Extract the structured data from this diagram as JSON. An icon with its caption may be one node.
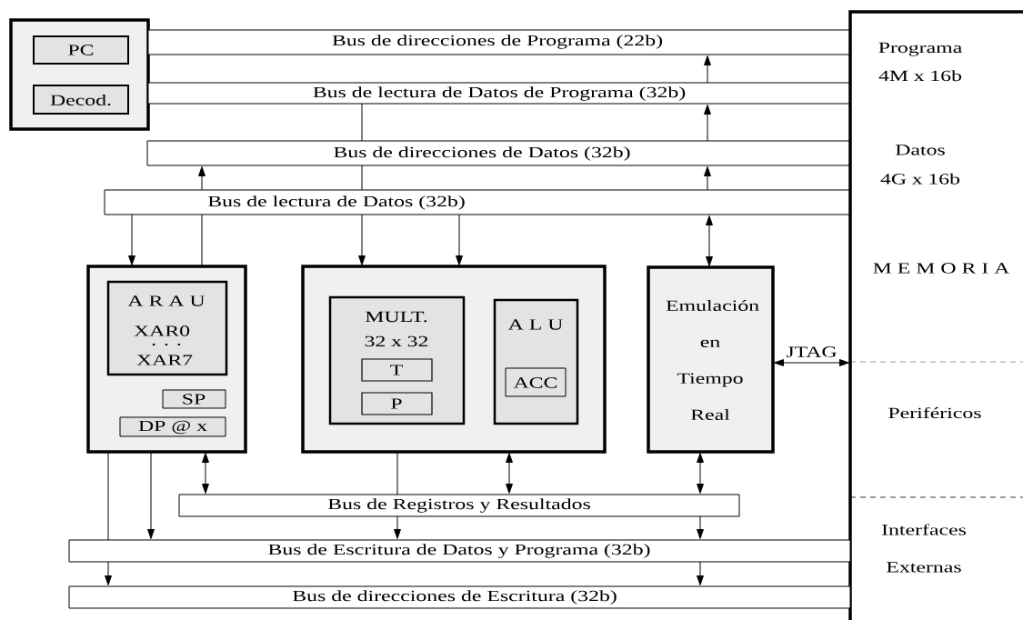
{
  "diagram": {
    "nodes": [
      {
        "text": [],
        "shape": "box"
      },
      {
        "text": [
          "PC"
        ],
        "in": 0
      },
      {
        "text": [
          "Decod."
        ],
        "in": 0
      },
      {
        "text": [
          "Bus de direcciones de Programa (22b)"
        ]
      },
      {
        "text": [
          "Bus de lectura de Datos de Programa (32b)"
        ]
      },
      {
        "text": [
          "Bus de direcciones de Datos (32b)"
        ]
      },
      {
        "text": [
          "Bus de lectura de Datos (32b)"
        ]
      },
      {
        "text": [],
        "shape": "box"
      },
      {
        "text": [
          "A R A U",
          "XAR0",
          ". . .",
          "XAR7"
        ],
        "in": 7
      },
      {
        "text": [
          "SP"
        ],
        "in": 7
      },
      {
        "text": [
          "DP @ x"
        ],
        "in": 7
      },
      {
        "text": [],
        "shape": "box"
      },
      {
        "text": [
          "MULT. 32 x 32"
        ],
        "in": 11
      },
      {
        "text": [
          "T"
        ],
        "in": 12
      },
      {
        "text": [
          "P"
        ],
        "in": 12
      },
      {
        "text": [
          "A L U"
        ],
        "in": 11
      },
      {
        "text": [
          "ACC"
        ],
        "in": 15
      },
      {
        "text": [
          "Emulación en Tiempo Real"
        ]
      },
      {
        "text": [
          "Programa 4M x 16b",
          "Datos 4G x 16b",
          "M E M O R I A",
          "Periféricos",
          "Interfaces Externas"
        ]
      },
      {
        "text": [
          "Bus de Registros y Resultados"
        ]
      },
      {
        "text": [
          "Bus de Escritura de Datos y Programa (32b)"
        ]
      },
      {
        "text": [
          "Bus de direcciones de Escritura (32b)"
        ]
      }
    ],
    "edges": [
      {
        "from": 4,
        "to": 3,
        "arrow": "to"
      },
      {
        "from": 5,
        "to": 4,
        "arrow": "to"
      },
      {
        "from": 6,
        "to": 5,
        "arrow": "to"
      },
      {
        "from": 17,
        "to": 6,
        "arrow": "both"
      },
      {
        "from": 6,
        "to": 5,
        "arrow": "to"
      },
      {
        "from": 4,
        "to": 5,
        "arrow": "none"
      },
      {
        "from": 5,
        "to": 6,
        "arrow": "none"
      },
      {
        "from": 6,
        "to": 7,
        "arrow": "to"
      },
      {
        "from": 7,
        "to": 6,
        "arrow": "none"
      },
      {
        "from": 6,
        "to": 11,
        "arrow": "to"
      },
      {
        "from": 6,
        "to": 11,
        "arrow": "to"
      },
      {
        "from": 7,
        "to": 20,
        "arrow": "none"
      },
      {
        "from": 20,
        "to": 21,
        "arrow": "to"
      },
      {
        "from": 7,
        "to": 20,
        "arrow": "to"
      },
      {
        "from": 7,
        "to": 19,
        "arrow": "both"
      },
      {
        "from": 11,
        "to": 19,
        "arrow": "none"
      },
      {
        "from": 19,
        "to": 20,
        "arrow": "to"
      },
      {
        "from": 11,
        "to": 19,
        "arrow": "both"
      },
      {
        "from": 17,
        "to": 19,
        "arrow": "both"
      },
      {
        "from": 19,
        "to": 20,
        "arrow": "to"
      },
      {
        "from": 20,
        "to": 21,
        "arrow": "to"
      },
      {
        "from": 17,
        "to": 18,
        "arrow": "both",
        "label": "JTAG"
      }
    ]
  }
}
